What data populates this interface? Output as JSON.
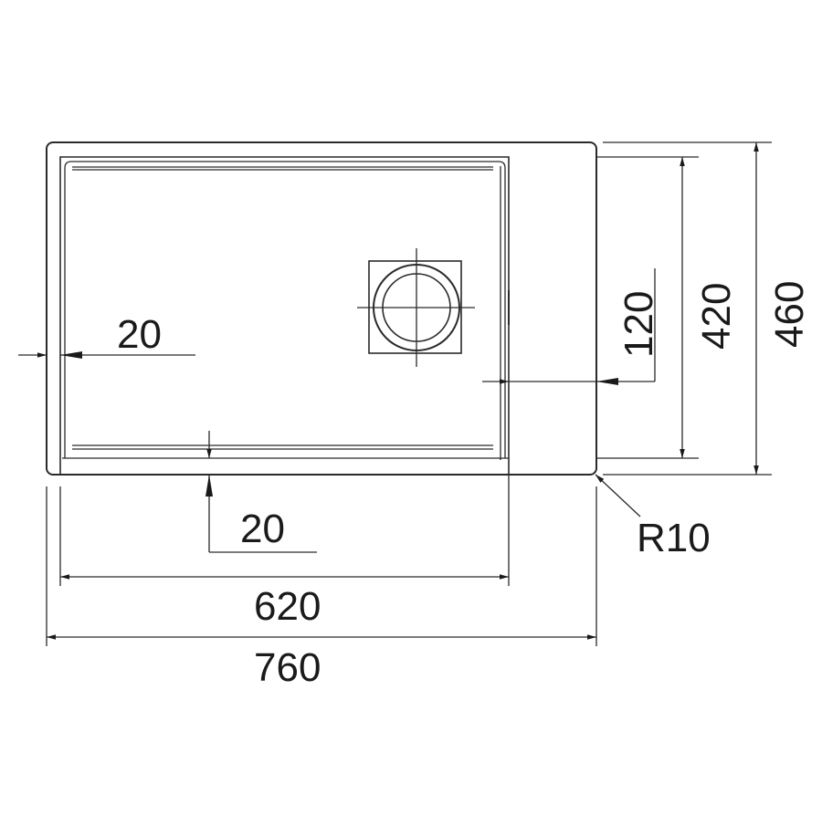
{
  "dimensions": {
    "left_margin": "20",
    "bottom_margin": "20",
    "bowl_width": "620",
    "overall_width": "760",
    "drain_offset": "120",
    "bowl_depth": "420",
    "overall_depth": "460",
    "corner_radius": "R10"
  }
}
